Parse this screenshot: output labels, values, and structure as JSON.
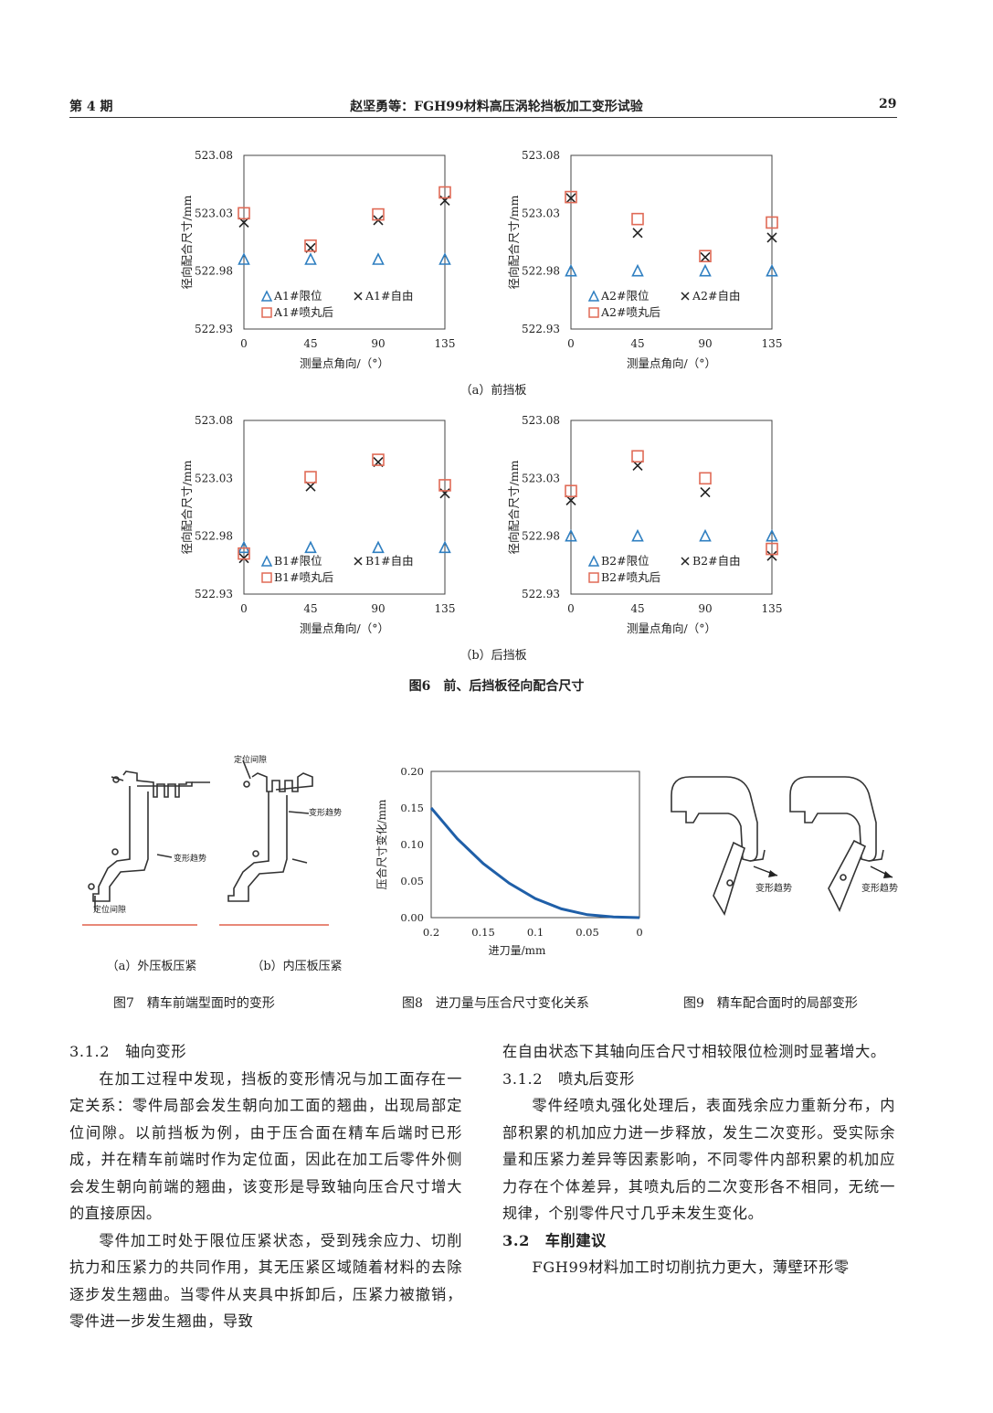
{
  "header": {
    "issue": "第 4 期",
    "title": "赵坚勇等：FGH99材料高压涡轮挡板加工变形试验",
    "page": "29"
  },
  "fig6": {
    "ylabel": "径向配合尺寸/mm",
    "xlabel": "测量点角向/（°）",
    "cap_a": "（a）前挡板",
    "cap_b": "（b）后挡板",
    "caption": "图6　前、后挡板径向配合尺寸"
  },
  "chart_data": [
    {
      "type": "scatter",
      "id": "A1",
      "x": [
        0,
        45,
        90,
        135
      ],
      "ylim": [
        522.93,
        523.08
      ],
      "yticks": [
        "523.08",
        "523.03",
        "522.98",
        "522.93"
      ],
      "xticks": [
        "0",
        "45",
        "90",
        "135"
      ],
      "xlabel": "测量点角向/（°）",
      "ylabel": "径向配合尺寸/mm",
      "series": [
        {
          "name": "A1#限位",
          "marker": "triangle",
          "color": "#2f7fc1",
          "values": [
            522.99,
            522.99,
            522.99,
            522.99
          ]
        },
        {
          "name": "A1#自由",
          "marker": "x",
          "color": "#222222",
          "values": [
            523.022,
            523.0,
            523.024,
            523.041
          ]
        },
        {
          "name": "A1#喷丸后",
          "marker": "square",
          "color": "#e06a56",
          "values": [
            523.03,
            523.002,
            523.029,
            523.048
          ]
        }
      ]
    },
    {
      "type": "scatter",
      "id": "A2",
      "x": [
        0,
        45,
        90,
        135
      ],
      "ylim": [
        522.93,
        523.08
      ],
      "yticks": [
        "523.08",
        "523.03",
        "522.98",
        "522.93"
      ],
      "xticks": [
        "0",
        "45",
        "90",
        "135"
      ],
      "xlabel": "测量点角向/（°）",
      "ylabel": "径向配合尺寸/mm",
      "series": [
        {
          "name": "A2#限位",
          "marker": "triangle",
          "color": "#2f7fc1",
          "values": [
            522.98,
            522.98,
            522.98,
            522.98
          ]
        },
        {
          "name": "A2#自由",
          "marker": "x",
          "color": "#222222",
          "values": [
            523.043,
            523.013,
            522.992,
            523.009
          ]
        },
        {
          "name": "A2#喷丸后",
          "marker": "square",
          "color": "#e06a56",
          "values": [
            523.044,
            523.025,
            522.993,
            523.022
          ]
        }
      ]
    },
    {
      "type": "scatter",
      "id": "B1",
      "x": [
        0,
        45,
        90,
        135
      ],
      "ylim": [
        522.93,
        523.08
      ],
      "yticks": [
        "523.08",
        "523.03",
        "522.98",
        "522.93"
      ],
      "xticks": [
        "0",
        "45",
        "90",
        "135"
      ],
      "xlabel": "测量点角向/（°）",
      "ylabel": "径向配合尺寸/mm",
      "series": [
        {
          "name": "B1#限位",
          "marker": "triangle",
          "color": "#2f7fc1",
          "values": [
            522.97,
            522.97,
            522.97,
            522.97
          ]
        },
        {
          "name": "B1#自由",
          "marker": "x",
          "color": "#222222",
          "values": [
            522.961,
            523.023,
            523.044,
            523.017
          ]
        },
        {
          "name": "B1#喷丸后",
          "marker": "square",
          "color": "#e06a56",
          "values": [
            522.965,
            523.031,
            523.046,
            523.024
          ]
        }
      ]
    },
    {
      "type": "scatter",
      "id": "B2",
      "x": [
        0,
        45,
        90,
        135
      ],
      "ylim": [
        522.93,
        523.08
      ],
      "yticks": [
        "523.08",
        "523.03",
        "522.98",
        "522.93"
      ],
      "xticks": [
        "0",
        "45",
        "90",
        "135"
      ],
      "xlabel": "测量点角向/（°）",
      "ylabel": "径向配合尺寸/mm",
      "series": [
        {
          "name": "B2#限位",
          "marker": "triangle",
          "color": "#2f7fc1",
          "values": [
            522.98,
            522.98,
            522.98,
            522.98
          ]
        },
        {
          "name": "B2#自由",
          "marker": "x",
          "color": "#222222",
          "values": [
            523.011,
            523.041,
            523.018,
            522.963
          ]
        },
        {
          "name": "B2#喷丸后",
          "marker": "square",
          "color": "#e06a56",
          "values": [
            523.019,
            523.049,
            523.03,
            522.969
          ]
        }
      ]
    },
    {
      "type": "line",
      "id": "fig8",
      "x": [
        0.2,
        0.175,
        0.15,
        0.125,
        0.1,
        0.075,
        0.05,
        0.025,
        0.0
      ],
      "series": [
        {
          "color": "#1f5fa8",
          "values": [
            0.15,
            0.108,
            0.074,
            0.047,
            0.026,
            0.012,
            0.004,
            0.001,
            0.0
          ]
        }
      ],
      "xlim": [
        0.2,
        0.0
      ],
      "ylim": [
        0.0,
        0.2
      ],
      "xticks": [
        "0.2",
        "0.15",
        "0.1",
        "0.05",
        "0"
      ],
      "yticks": [
        "0.20",
        "0.15",
        "0.10",
        "0.05",
        "0.00"
      ],
      "xlabel": "进刀量/mm",
      "ylabel": "压合尺寸变化/mm"
    }
  ],
  "fig7": {
    "label_a1": "定位间隙",
    "label_a2": "变形趋势",
    "label_b1": "定位间隙",
    "label_b2": "变形趋势",
    "cap_a": "（a）外压板压紧",
    "cap_b": "（b）内压板压紧",
    "caption": "图7　精车前端型面时的变形"
  },
  "fig8": {
    "caption": "图8　进刀量与压合尺寸变化关系"
  },
  "fig9": {
    "label1": "变形趋势",
    "label2": "变形趋势",
    "caption": "图9　精车配合面时的局部变形"
  },
  "body": {
    "left": {
      "h1": "3.1.2　轴向变形",
      "p1": "在加工过程中发现，挡板的变形情况与加工面存在一定关系：零件局部会发生朝向加工面的翘曲，出现局部定位间隙。以前挡板为例，由于压合面在精车后端时已形成，并在精车前端时作为定位面，因此在加工后零件外侧会发生朝向前端的翘曲，该变形是导致轴向压合尺寸增大的直接原因。",
      "p2": "零件加工时处于限位压紧状态，受到残余应力、切削抗力和压紧力的共同作用，其无压紧区域随着材料的去除逐步发生翘曲。当零件从夹具中拆卸后，压紧力被撤销，零件进一步发生翘曲，导致"
    },
    "right": {
      "p0": "在自由状态下其轴向压合尺寸相较限位检测时显著增大。",
      "h1": "3.1.2　喷丸后变形",
      "p1": "零件经喷丸强化处理后，表面残余应力重新分布，内部积累的机加应力进一步释放，发生二次变形。受实际余量和压紧力差异等因素影响，不同零件内部积累的机加应力存在个体差异，其喷丸后的二次变形各不相同，无统一规律，个别零件尺寸几乎未发生变化。",
      "h2": "3.2　车削建议",
      "p2": "FGH99材料加工时切削抗力更大，薄壁环形零"
    }
  }
}
